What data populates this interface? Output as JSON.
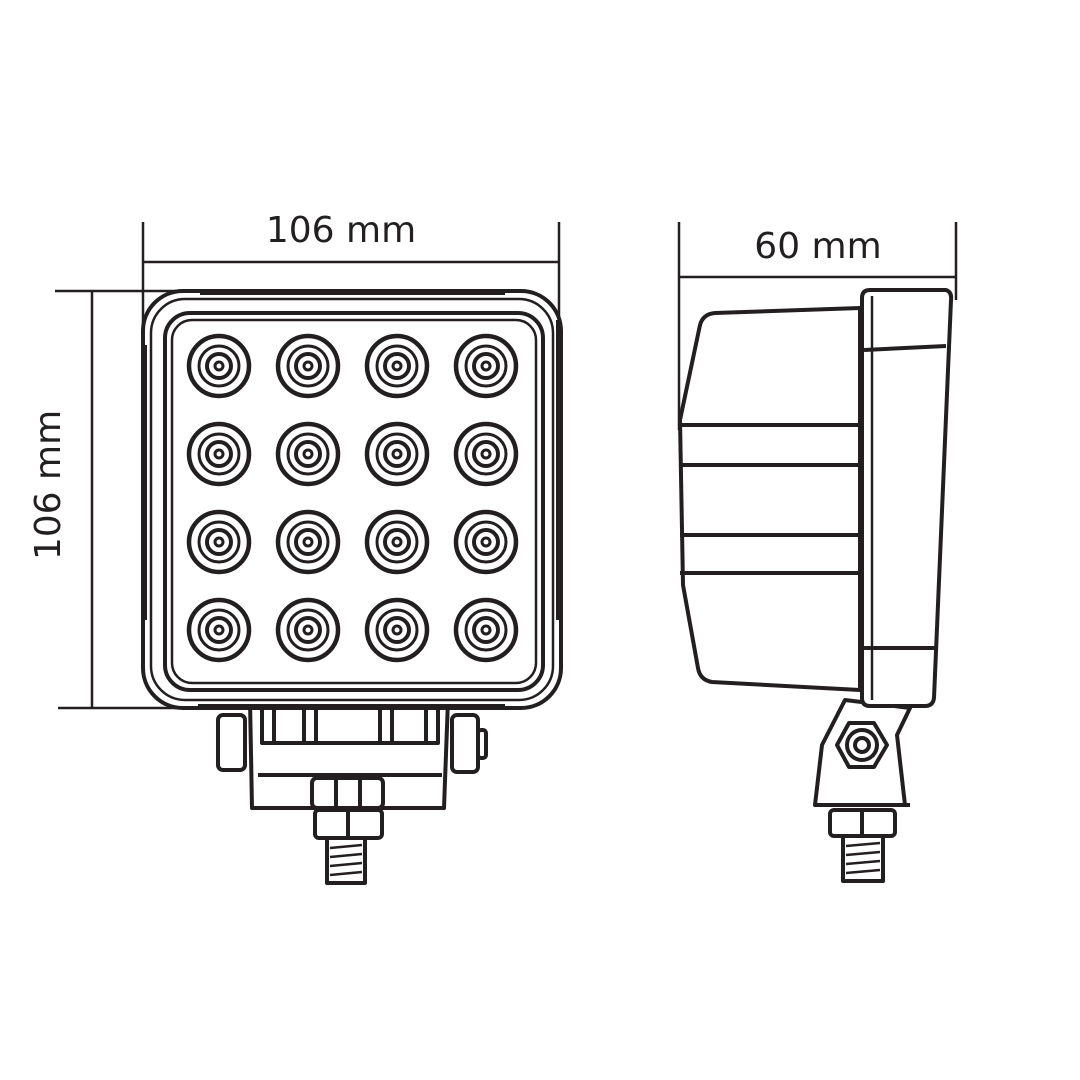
{
  "dimensions": {
    "front_width": "106 mm",
    "front_height": "106 mm",
    "side_depth": "60 mm"
  },
  "front_view": {
    "led_rows": 4,
    "led_cols": 4
  },
  "colors": {
    "line": "#231f20",
    "background": "#ffffff"
  }
}
